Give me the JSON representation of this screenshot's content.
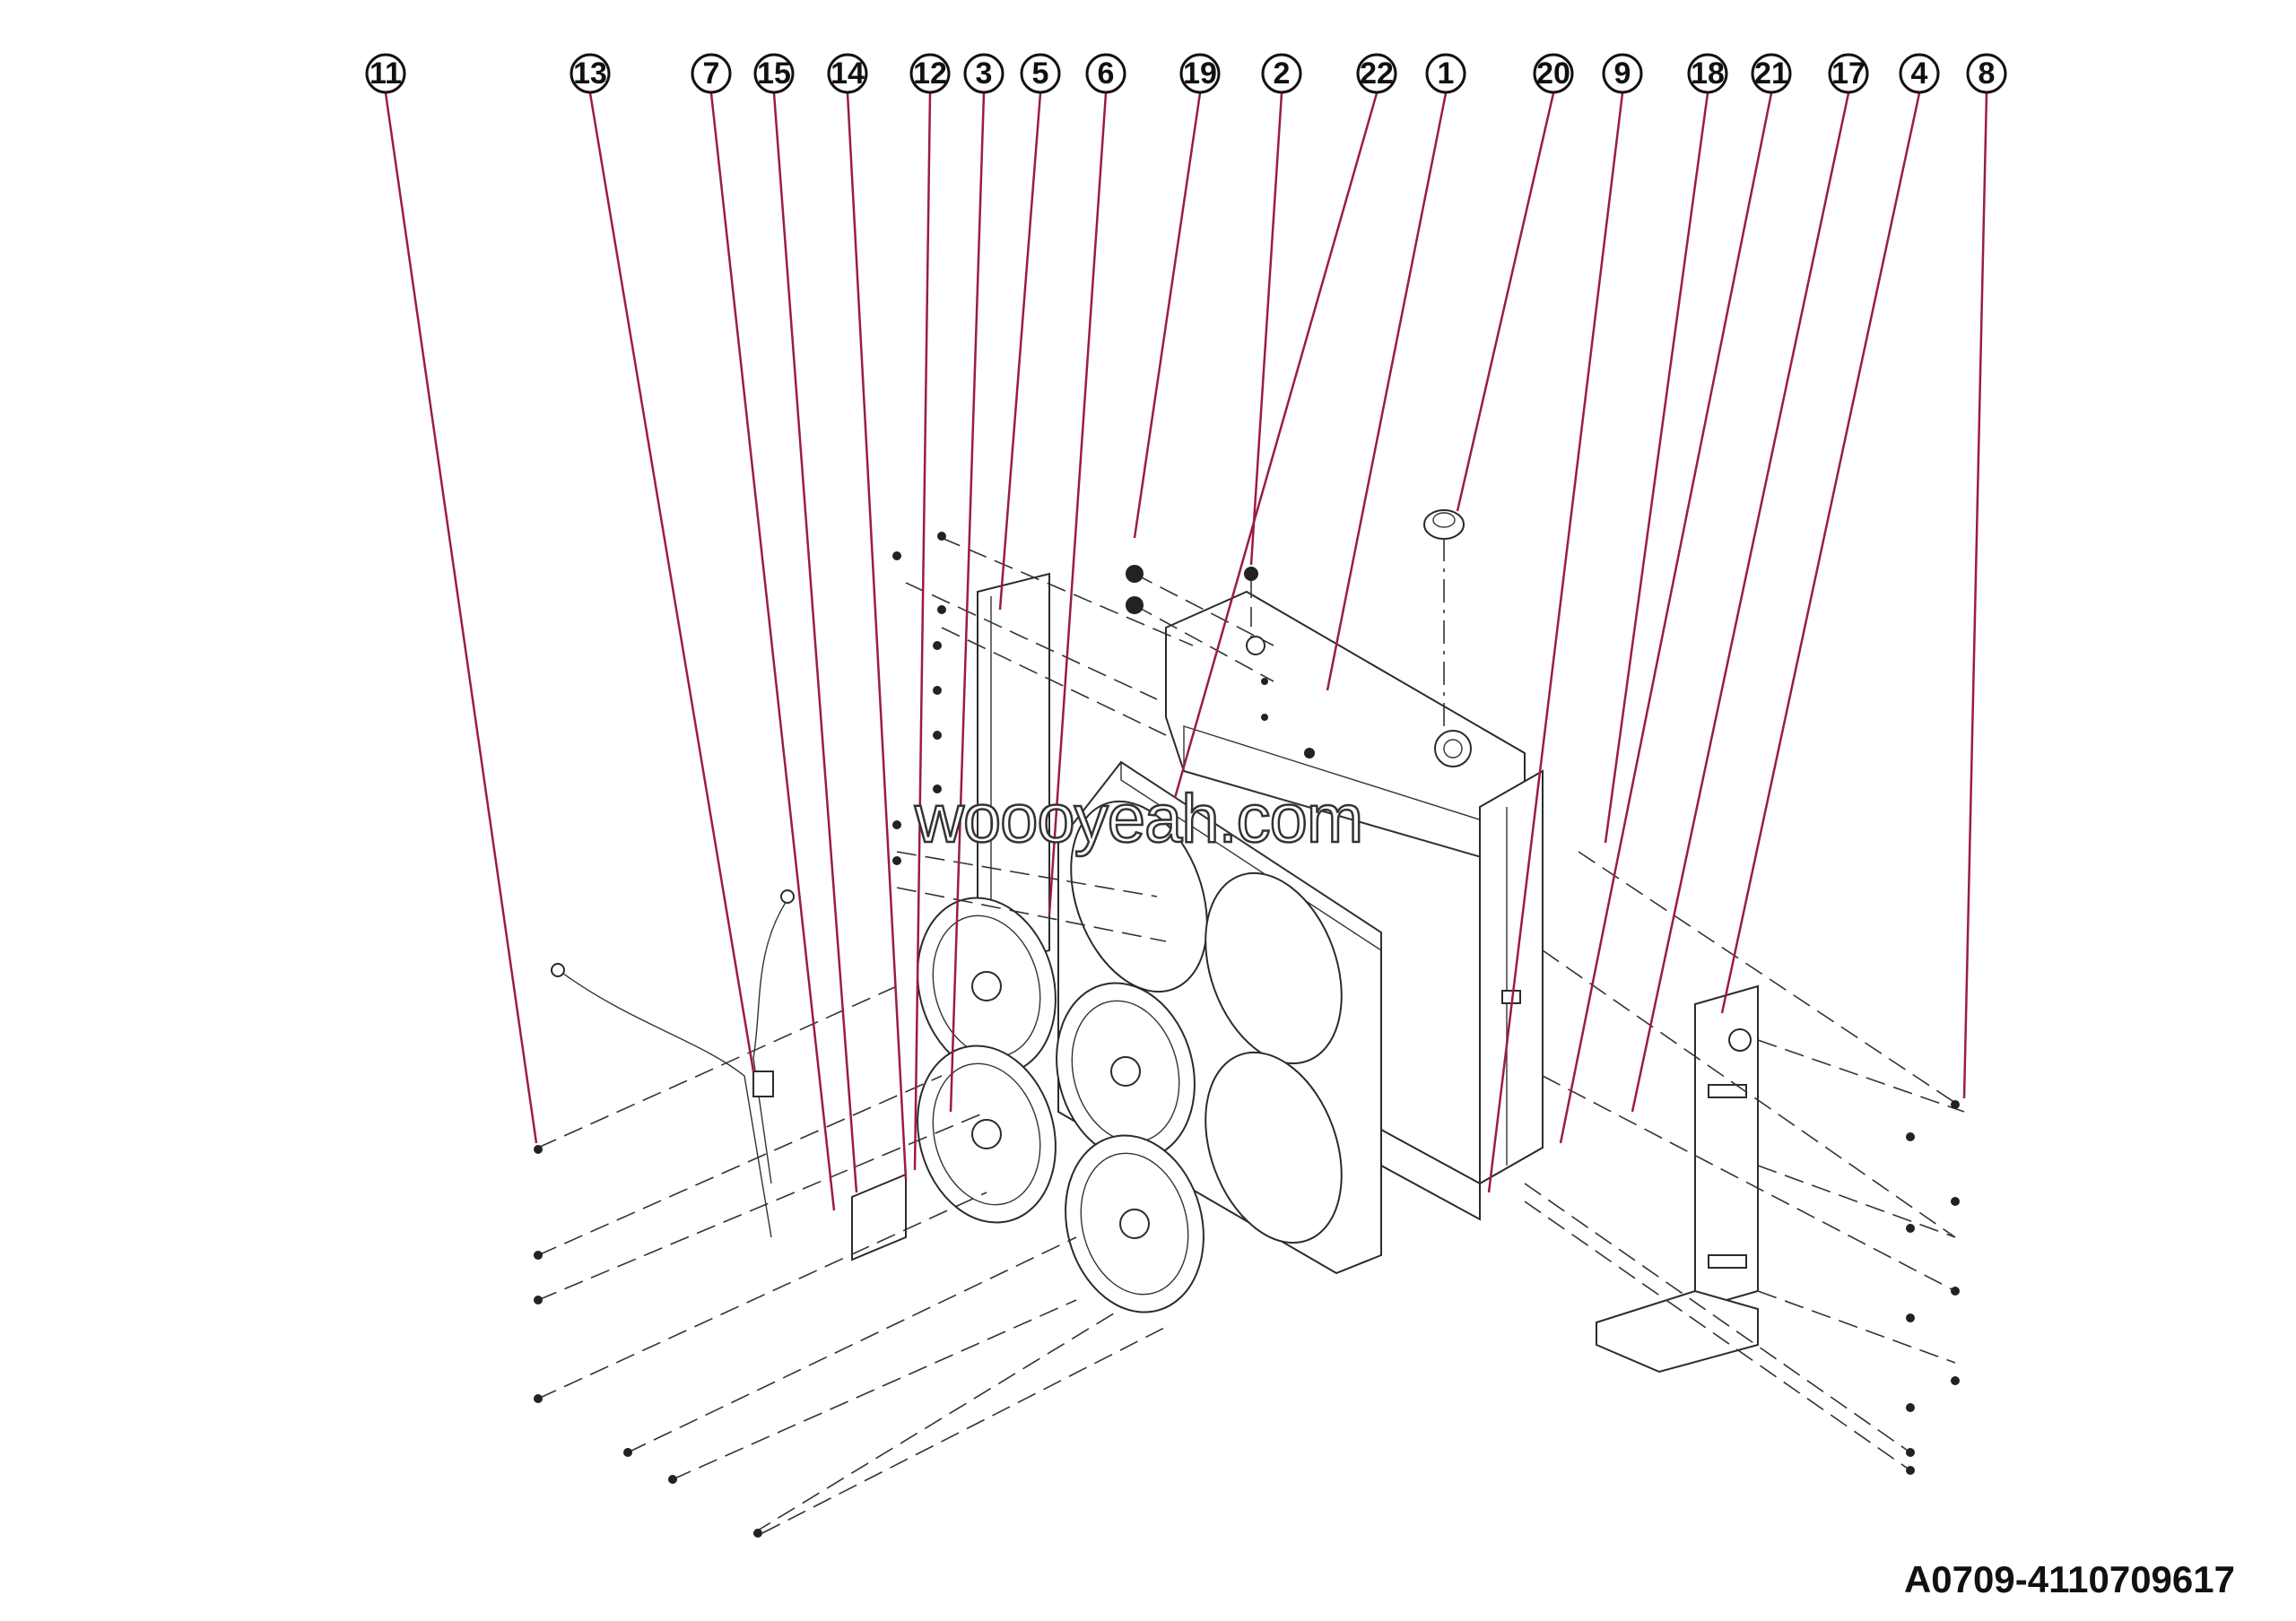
{
  "callouts": [
    "11",
    "13",
    "7",
    "15",
    "14",
    "12",
    "3",
    "5",
    "6",
    "19",
    "2",
    "22",
    "1",
    "20",
    "9",
    "18",
    "21",
    "17",
    "4",
    "8"
  ],
  "watermark": "woooyeah.com",
  "drawing_code": "A0709-4110709617",
  "colors": {
    "leader": "#9a1b4a",
    "line": "#2b2b2b",
    "background": "#ffffff"
  }
}
